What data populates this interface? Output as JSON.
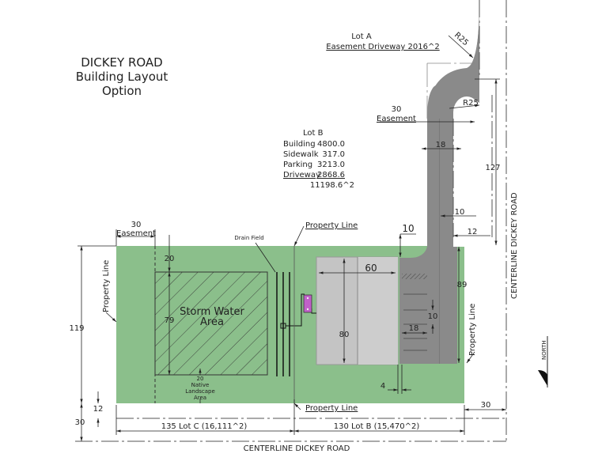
{
  "title": {
    "line1": "DICKEY ROAD",
    "line2": "Building Layout",
    "line3": "Option"
  },
  "lot_a": {
    "label": "Lot A",
    "easement_driveway": "Easement Driveway  2016^2"
  },
  "lot_b_table": {
    "heading": "Lot B",
    "rows": [
      {
        "name": "Building",
        "value": "4800.0"
      },
      {
        "name": "Sidewalk",
        "value": "317.0"
      },
      {
        "name": "Parking",
        "value": "3213.0"
      },
      {
        "name": "Driveway",
        "value": "2868.6"
      }
    ],
    "total": "11198.6^2"
  },
  "labels": {
    "easement": "Easement",
    "property_line": "Property Line",
    "drain_field": "Drain Field",
    "storm_water_1": "Storm Water",
    "storm_water_2": "Area",
    "native_1": "Native",
    "native_2": "Landscape",
    "native_3": "Area",
    "centerline_bottom": "CENTERLINE DICKEY ROAD",
    "centerline_right": "CENTERLINE DICKEY ROAD",
    "north": "NORTH"
  },
  "dimensions": {
    "r25_top": "R25",
    "r25_inner": "R25",
    "easement_top": "30",
    "easement_left": "30",
    "driveway_width": "18",
    "driveway_offset": "10",
    "road_offset": "12",
    "driveway_length": "127",
    "building_setback": "10",
    "building_width": "60",
    "building_depth": "80",
    "parking_depth": "89",
    "stall_width": "10",
    "stall_length": "18",
    "sidewalk": "4",
    "storm_top": "20",
    "storm_height": "79",
    "native_depth": "20",
    "lot_depth": "119",
    "bottom_setback": "12",
    "bottom_road": "30",
    "right_road": "30",
    "lot_c": "135 Lot C (16,111^2)",
    "lot_b": "130 Lot B (15,470^2)"
  },
  "colors": {
    "lot_green": "#8bbf8b",
    "building_gray": "#c4c4c4",
    "building_gray_light": "#cdcdcd",
    "pavement": "#8a8a8a",
    "septic_tank": "#c060c8",
    "line": "#222222"
  }
}
